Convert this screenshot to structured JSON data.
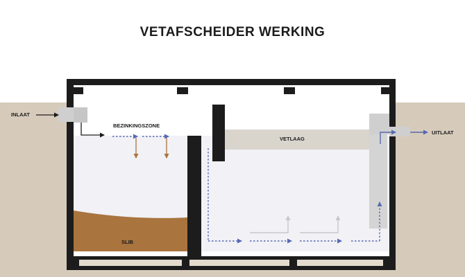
{
  "title": "VETAFSCHEIDER WERKING",
  "labels": {
    "inlaat": "INLAAT",
    "bezinkingszone": "BEZINKINGSZONE",
    "vetlaag": "VETLAAG",
    "uitlaat": "UITLAAT",
    "slib": "SLIB"
  },
  "colors": {
    "ground": "#d6cbbb",
    "tank_wall": "#1c1c1c",
    "water": "#f1f1f6",
    "grease": "#d9d5cd",
    "sludge": "#a9743e",
    "pipe": "#cfcfcf",
    "flow_arrow": "#5569b0",
    "settle_arrow": "#a9743e",
    "rise_arrow": "#c8c8c8"
  }
}
